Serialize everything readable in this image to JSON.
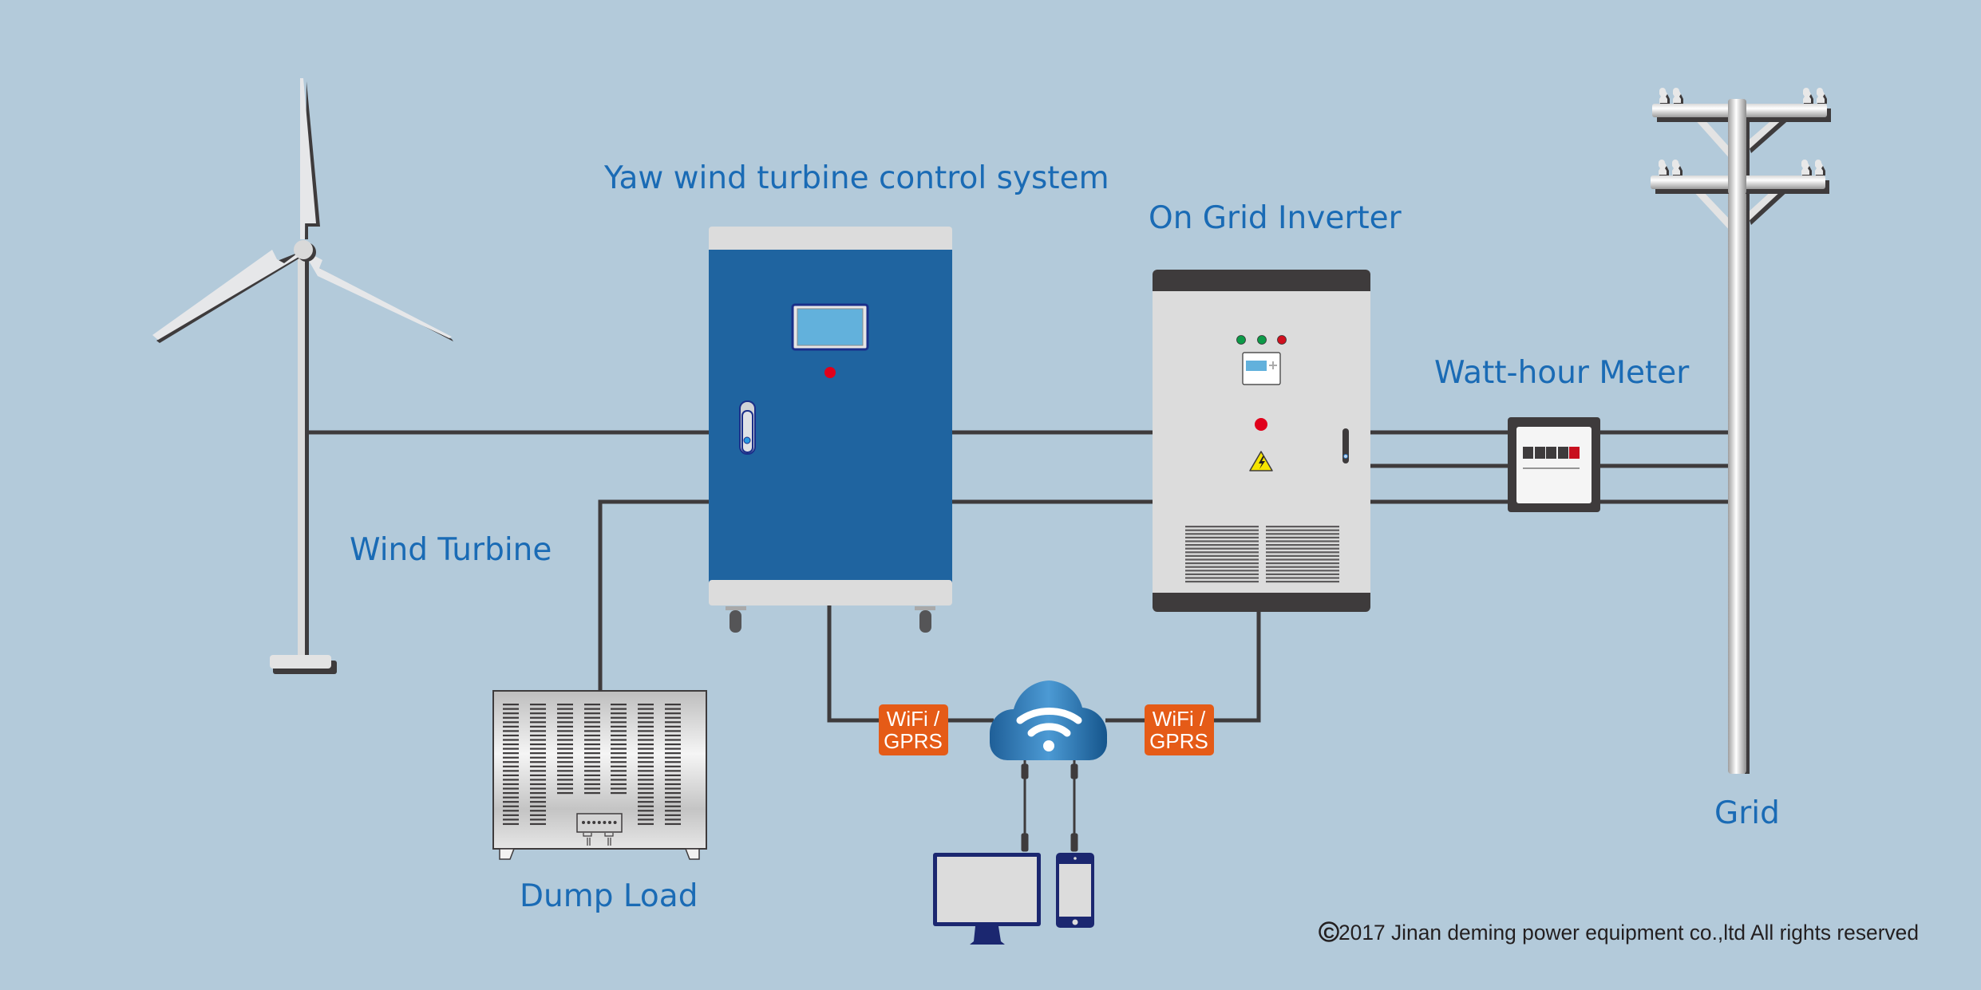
{
  "diagram": {
    "background_color": "#b3cada",
    "label_color": "#1a6bb5",
    "wire_color": "#3e3b3c"
  },
  "components": {
    "wind_turbine": {
      "label": "Wind Turbine"
    },
    "controller": {
      "label": "Yaw wind turbine control system",
      "color": "#1f64a0"
    },
    "inverter": {
      "label": "On Grid Inverter",
      "status_leds": [
        "green",
        "green",
        "red"
      ]
    },
    "meter": {
      "label": "Watt-hour Meter"
    },
    "grid": {
      "label": "Grid"
    },
    "dump_load": {
      "label": "Dump Load"
    },
    "comm_left": {
      "line1": "WiFi /",
      "line2": "GPRS",
      "color": "#e55b17"
    },
    "comm_right": {
      "line1": "WiFi /",
      "line2": "GPRS",
      "color": "#e55b17"
    },
    "cloud": {
      "icon": "wifi-cloud-icon"
    },
    "devices": [
      "desktop-monitor-icon",
      "smartphone-icon"
    ]
  },
  "footer": {
    "copyright_symbol": "©",
    "copyright_text": "2017 Jinan deming power equipment co.,ltd All rights reserved"
  }
}
